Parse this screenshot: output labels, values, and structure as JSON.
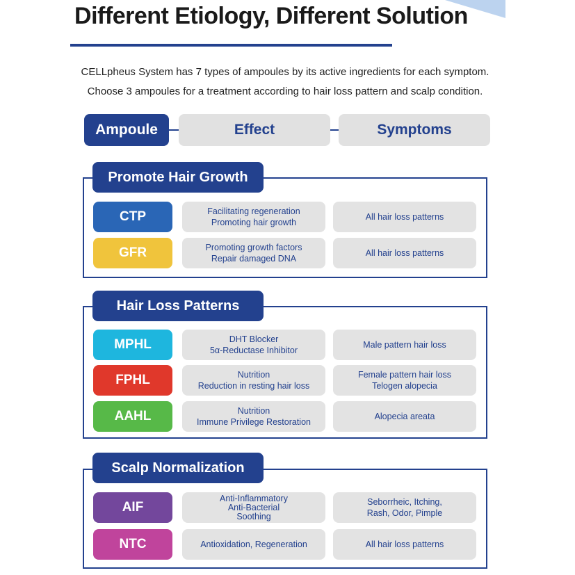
{
  "title": "Different Etiology, Different Solution",
  "intro": [
    "CELLpheus System has 7 types of ampoules by its active ingredients for each symptom.",
    "Choose 3 ampoules for a treatment according to hair loss pattern and scalp condition."
  ],
  "headers": {
    "ampoule": "Ampoule",
    "effect": "Effect",
    "symptoms": "Symptoms"
  },
  "colors": {
    "navy": "#23418e",
    "CTP": "#2a66b6",
    "GFR": "#f0c43c",
    "MPHL": "#1eb6de",
    "FPHL": "#e0382b",
    "AAHL": "#57b948",
    "AIF": "#73479c",
    "NTC": "#c0449c"
  },
  "sections": [
    {
      "name": "Promote Hair Growth",
      "rows": [
        {
          "ampoule": "CTP",
          "effect": [
            "Facilitating regeneration",
            "Promoting hair growth"
          ],
          "symptoms": [
            "All hair loss patterns"
          ]
        },
        {
          "ampoule": "GFR",
          "effect": [
            "Promoting growth factors",
            "Repair damaged DNA"
          ],
          "symptoms": [
            "All hair loss patterns"
          ]
        }
      ]
    },
    {
      "name": "Hair Loss Patterns",
      "rows": [
        {
          "ampoule": "MPHL",
          "effect": [
            "DHT Blocker",
            "5α-Reductase Inhibitor"
          ],
          "symptoms": [
            "Male pattern hair loss"
          ]
        },
        {
          "ampoule": "FPHL",
          "effect": [
            "Nutrition",
            "Reduction in resting hair loss"
          ],
          "symptoms": [
            "Female pattern hair loss",
            "Telogen alopecia"
          ]
        },
        {
          "ampoule": "AAHL",
          "effect": [
            "Nutrition",
            "Immune Privilege Restoration"
          ],
          "symptoms": [
            "Alopecia areata"
          ]
        }
      ]
    },
    {
      "name": "Scalp Normalization",
      "rows": [
        {
          "ampoule": "AIF",
          "effect": [
            "Anti-Inflammatory",
            "Anti-Bacterial",
            "Soothing"
          ],
          "symptoms": [
            "Seborrheic, Itching,",
            "Rash, Odor, Pimple"
          ]
        },
        {
          "ampoule": "NTC",
          "effect": [
            "Antioxidation, Regeneration"
          ],
          "symptoms": [
            "All hair loss patterns"
          ]
        }
      ]
    }
  ]
}
